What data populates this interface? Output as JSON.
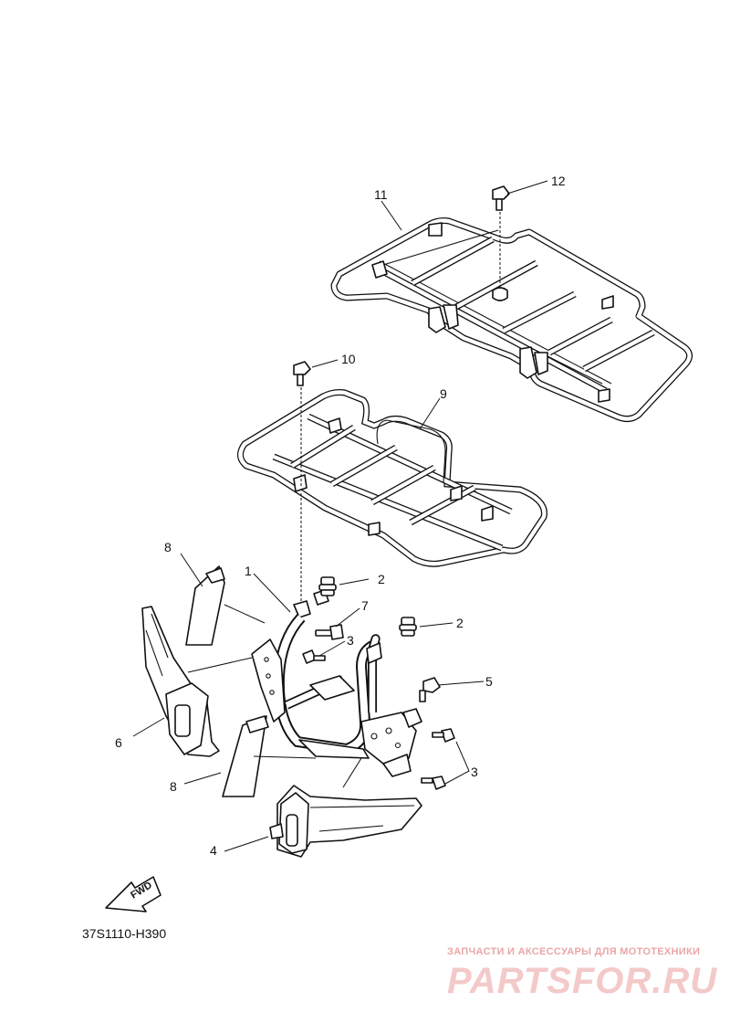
{
  "callouts": {
    "c1": "1",
    "c2a": "2",
    "c2b": "2",
    "c3a": "3",
    "c3b": "3",
    "c4": "4",
    "c5": "5",
    "c6": "6",
    "c7": "7",
    "c8a": "8",
    "c8b": "8",
    "c9": "9",
    "c10": "10",
    "c11": "11",
    "c12": "12"
  },
  "fwd_arrow_label": "FWD",
  "diagram_code": "37S1110-H390",
  "watermark": {
    "tagline": "ЗАПЧАСТИ И АКСЕССУАРЫ ДЛЯ МОТОТЕХНИКИ",
    "brand": "PARTSFOR.RU"
  },
  "colors": {
    "line": "#111111",
    "watermark": "#e9a7a7"
  }
}
